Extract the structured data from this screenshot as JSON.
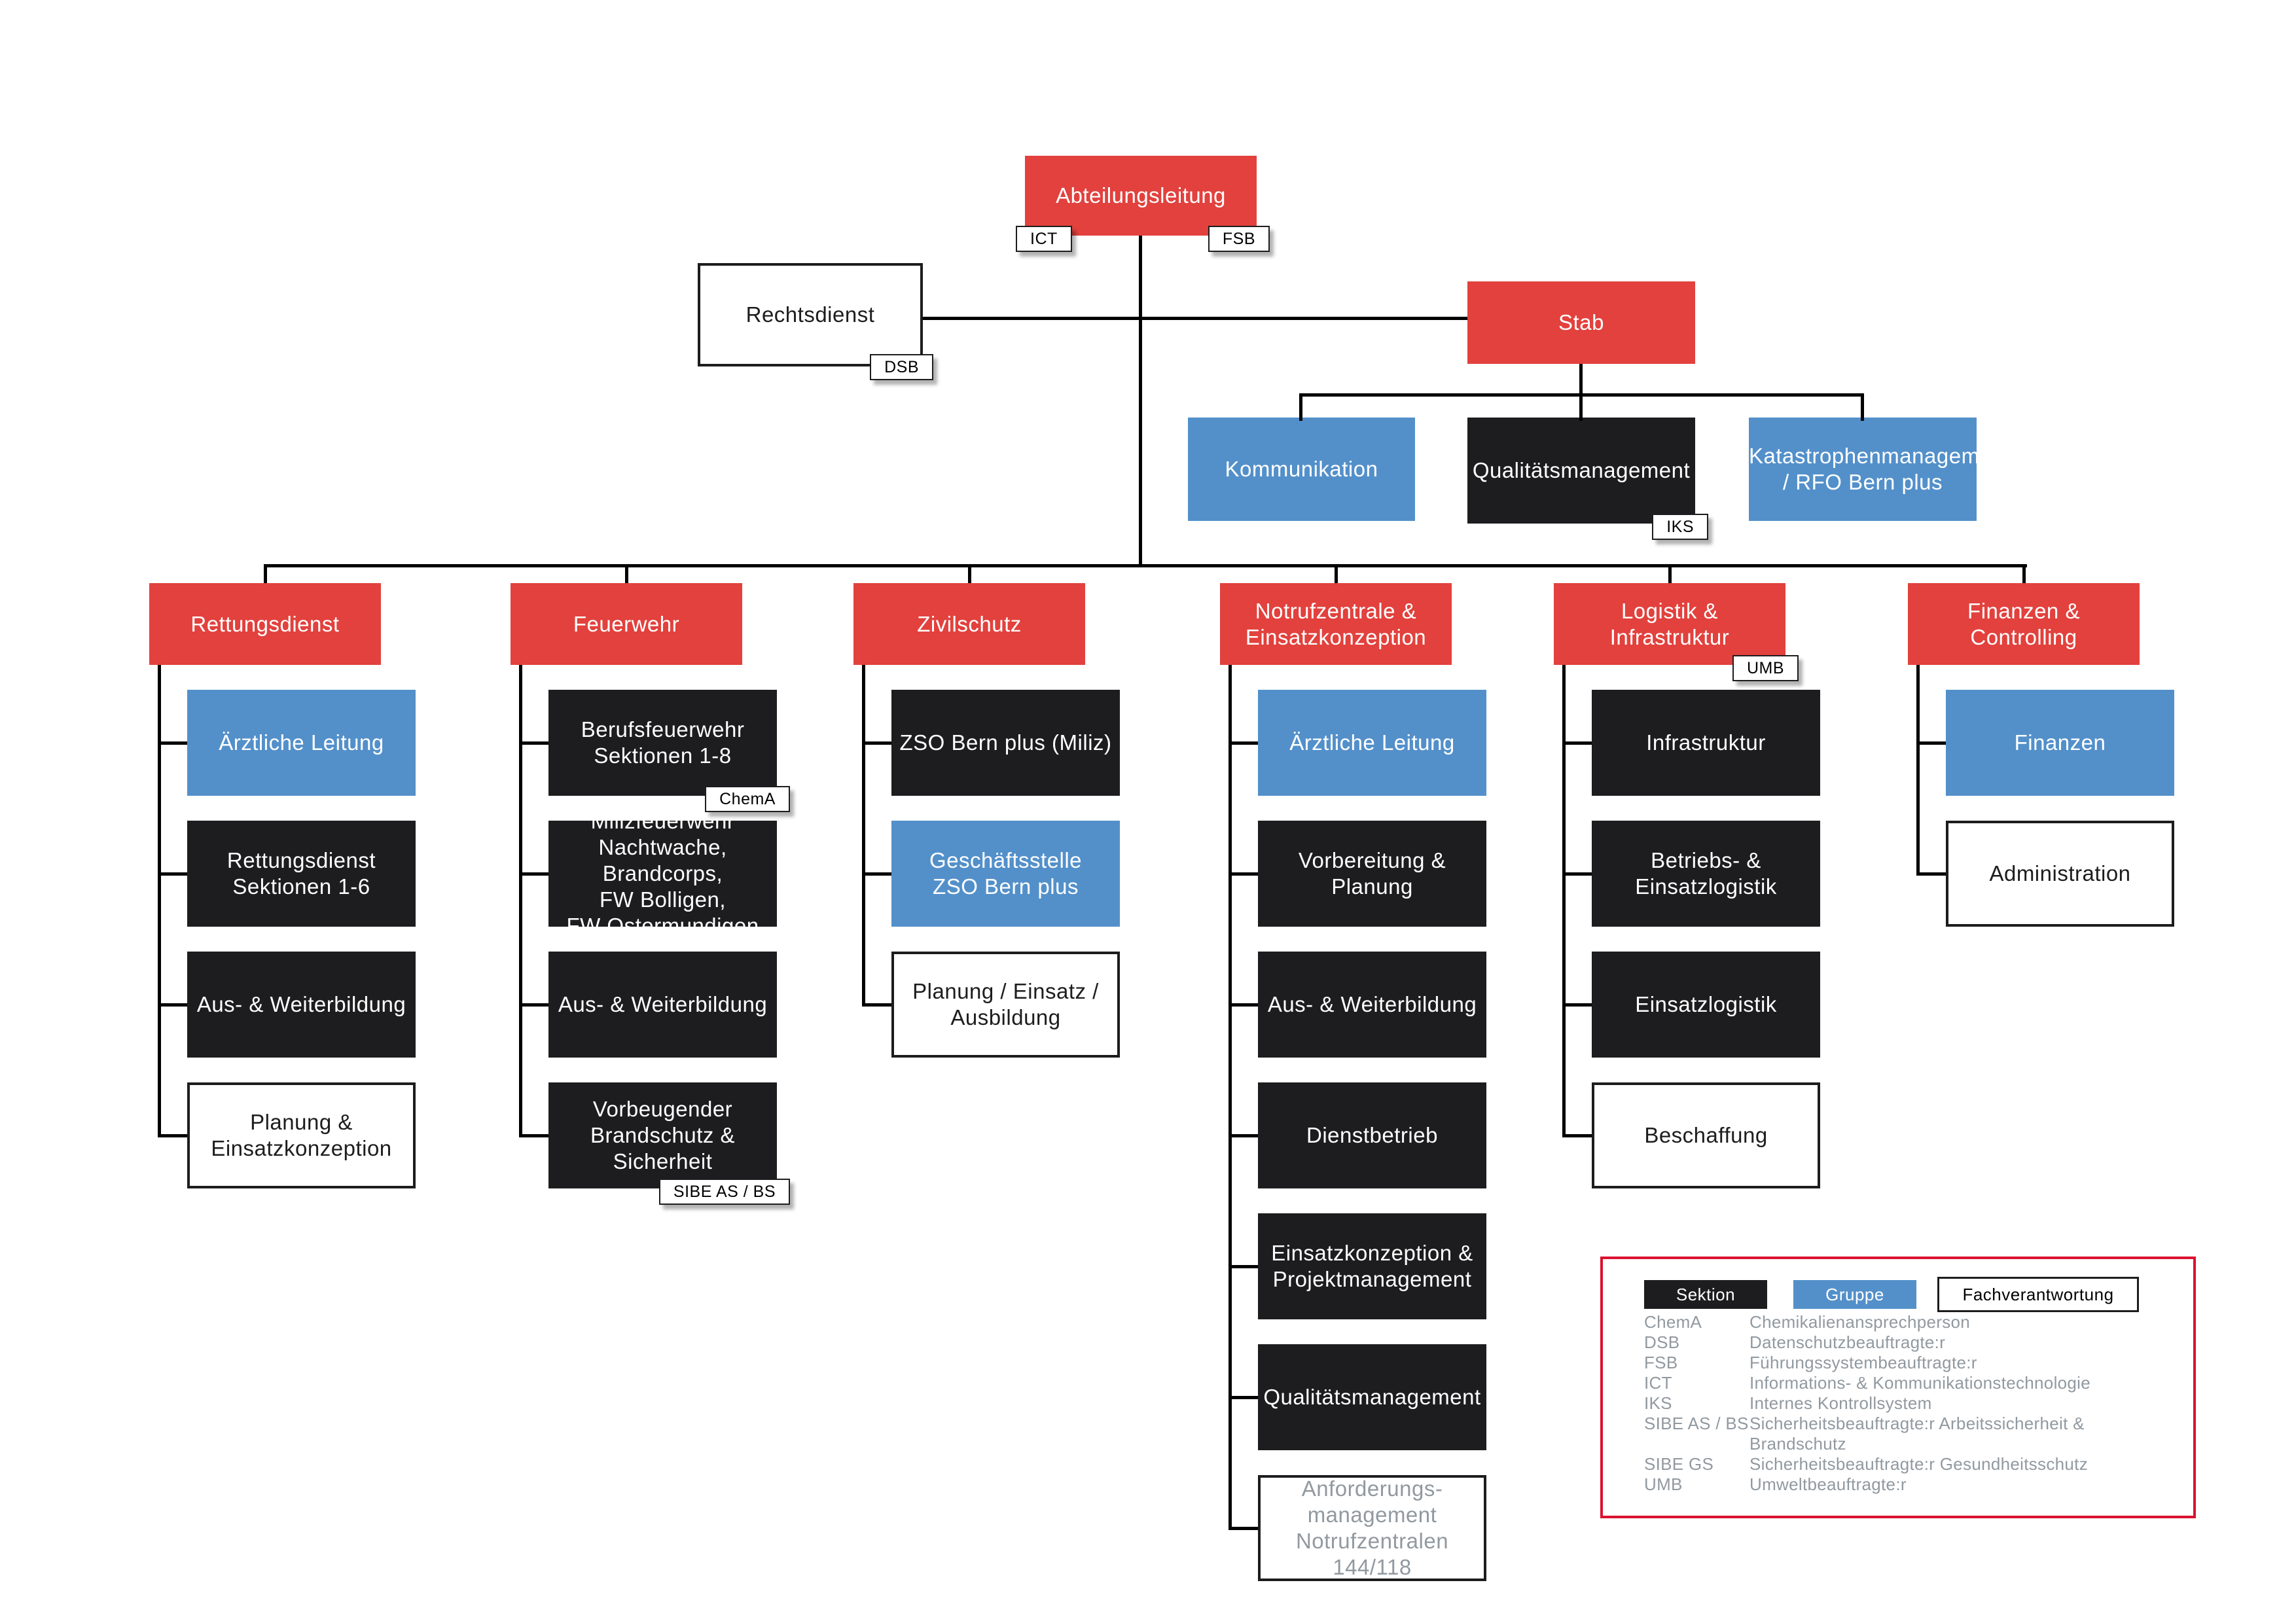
{
  "palette": {
    "leitung": "#e2413d",
    "sektion": "#1d1d1f",
    "gruppe": "#5390ca",
    "fachverantwortung_bg": "#ffffff",
    "legend_border": "#dc1230",
    "muted_text": "#9199a0",
    "line": "#000000"
  },
  "top": {
    "root": {
      "type": "leitung",
      "lines": [
        "Abteilungsleitung"
      ],
      "tags": [
        {
          "text": "ICT",
          "pos": "bl"
        },
        {
          "text": "FSB",
          "pos": "br"
        }
      ]
    },
    "rechtsdienst": {
      "type": "fachverantwortung",
      "lines": [
        "Rechtsdienst"
      ],
      "tags": [
        {
          "text": "DSB",
          "pos": "br"
        }
      ]
    },
    "stab": {
      "type": "leitung",
      "lines": [
        "Stab"
      ]
    },
    "stab_children": [
      {
        "type": "gruppe",
        "lines": [
          "Kommunikation"
        ]
      },
      {
        "type": "sektion",
        "lines": [
          "Qualitätsmanagement"
        ],
        "tags": [
          {
            "text": "IKS",
            "pos": "br"
          }
        ]
      },
      {
        "type": "gruppe",
        "lines": [
          "Katastrophenmanagement",
          "/ RFO Bern plus"
        ]
      }
    ]
  },
  "branches": [
    {
      "type": "leitung",
      "lines": [
        "Rettungsdienst"
      ],
      "children": [
        {
          "type": "gruppe",
          "lines": [
            "Ärztliche Leitung"
          ]
        },
        {
          "type": "sektion",
          "lines": [
            "Rettungsdienst",
            "Sektionen 1-6"
          ]
        },
        {
          "type": "sektion",
          "lines": [
            "Aus- & Weiterbildung"
          ]
        },
        {
          "type": "fachverantwortung",
          "lines": [
            "Planung &",
            "Einsatzkonzeption"
          ]
        }
      ]
    },
    {
      "type": "leitung",
      "lines": [
        "Feuerwehr"
      ],
      "children": [
        {
          "type": "sektion",
          "lines": [
            "Berufsfeuerwehr",
            "Sektionen 1-8"
          ],
          "tags": [
            {
              "text": "ChemA",
              "pos": "br"
            }
          ]
        },
        {
          "type": "sektion",
          "lines": [
            "Milizfeuerwehr",
            "Nachtwache, Brandcorps,",
            "FW Bolligen,",
            "FW Ostermundigen"
          ]
        },
        {
          "type": "sektion",
          "lines": [
            "Aus- & Weiterbildung"
          ]
        },
        {
          "type": "sektion",
          "lines": [
            "Vorbeugender",
            "Brandschutz & Sicherheit"
          ],
          "tags": [
            {
              "text": "SIBE AS / BS",
              "pos": "br"
            }
          ]
        }
      ]
    },
    {
      "type": "leitung",
      "lines": [
        "Zivilschutz"
      ],
      "children": [
        {
          "type": "sektion",
          "lines": [
            "ZSO Bern plus (Miliz)"
          ]
        },
        {
          "type": "gruppe",
          "lines": [
            "Geschäftsstelle",
            "ZSO Bern plus"
          ]
        },
        {
          "type": "fachverantwortung",
          "lines": [
            "Planung / Einsatz /",
            "Ausbildung"
          ]
        }
      ]
    },
    {
      "type": "leitung",
      "lines": [
        "Notrufzentrale &",
        "Einsatzkonzeption"
      ],
      "children": [
        {
          "type": "gruppe",
          "lines": [
            "Ärztliche Leitung"
          ]
        },
        {
          "type": "sektion",
          "lines": [
            "Vorbereitung & Planung"
          ]
        },
        {
          "type": "sektion",
          "lines": [
            "Aus- & Weiterbildung"
          ]
        },
        {
          "type": "sektion",
          "lines": [
            "Dienstbetrieb"
          ]
        },
        {
          "type": "sektion",
          "lines": [
            "Einsatzkonzeption &",
            "Projektmanagement"
          ]
        },
        {
          "type": "sektion",
          "lines": [
            "Qualitätsmanagement"
          ]
        },
        {
          "type": "fachverantwortung",
          "muted": true,
          "lines": [
            "Anforderungs-",
            "management",
            "Notrufzentralen 144/118"
          ]
        }
      ]
    },
    {
      "type": "leitung",
      "lines": [
        "Logistik &",
        "Infrastruktur"
      ],
      "tags": [
        {
          "text": "UMB",
          "pos": "br"
        }
      ],
      "children": [
        {
          "type": "sektion",
          "lines": [
            "Infrastruktur"
          ]
        },
        {
          "type": "sektion",
          "lines": [
            "Betriebs- &",
            "Einsatzlogistik"
          ]
        },
        {
          "type": "sektion",
          "lines": [
            "Einsatzlogistik"
          ]
        },
        {
          "type": "fachverantwortung",
          "lines": [
            "Beschaffung"
          ]
        }
      ]
    },
    {
      "type": "leitung",
      "lines": [
        "Finanzen &",
        "Controlling"
      ],
      "children": [
        {
          "type": "gruppe",
          "lines": [
            "Finanzen"
          ]
        },
        {
          "type": "fachverantwortung",
          "lines": [
            "Administration"
          ]
        }
      ]
    }
  ],
  "legend": {
    "samples": [
      {
        "label": "Sektion",
        "type": "sektion"
      },
      {
        "label": "Gruppe",
        "type": "gruppe"
      },
      {
        "label": "Fachverantwortung",
        "type": "fachverantwortung"
      }
    ],
    "abbreviations": [
      {
        "abbr": "ChemA",
        "definition": "Chemikalienansprechperson"
      },
      {
        "abbr": "DSB",
        "definition": "Datenschutzbeauftragte:r"
      },
      {
        "abbr": "FSB",
        "definition": "Führungssystembeauftragte:r"
      },
      {
        "abbr": "ICT",
        "definition": "Informations- & Kommunikationstechnologie"
      },
      {
        "abbr": "IKS",
        "definition": "Internes Kontrollsystem"
      },
      {
        "abbr": "SIBE AS / BS",
        "definition": "Sicherheitsbeauftragte:r Arbeitssicherheit & Brandschutz"
      },
      {
        "abbr": "SIBE GS",
        "definition": "Sicherheitsbeauftragte:r Gesundheitsschutz"
      },
      {
        "abbr": "UMB",
        "definition": "Umweltbeauftragte:r"
      }
    ]
  }
}
